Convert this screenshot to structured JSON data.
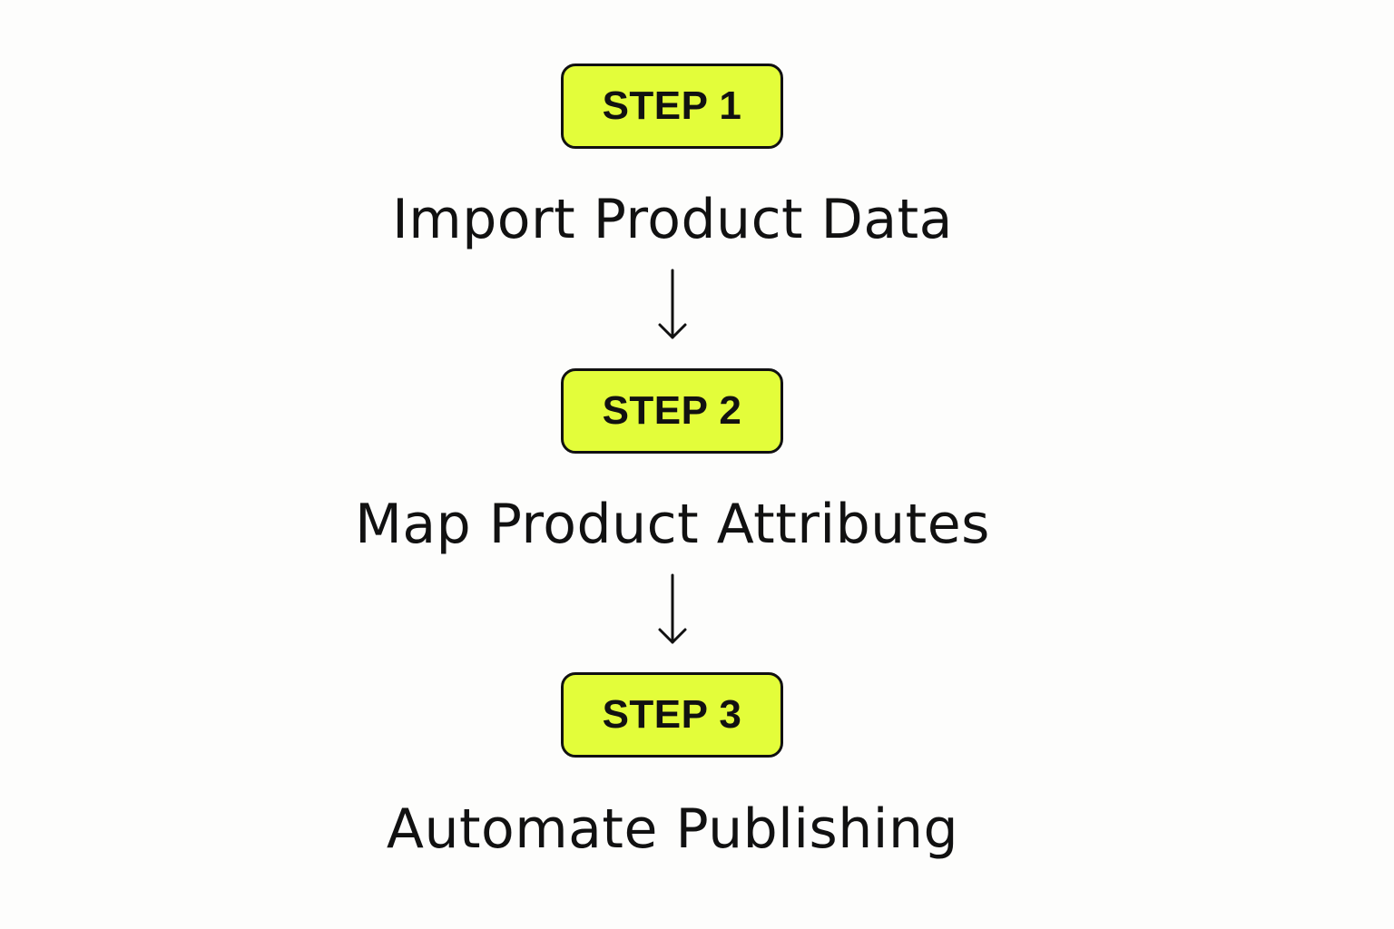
{
  "colors": {
    "badge_fill": "#e3fd3a",
    "badge_border": "#111111",
    "text": "#111111",
    "background": "#fdfdfc"
  },
  "steps": [
    {
      "badge": "STEP 1",
      "title": "Import Product Data"
    },
    {
      "badge": "STEP 2",
      "title": "Map Product Attributes"
    },
    {
      "badge": "STEP 3",
      "title": "Automate Publishing"
    }
  ],
  "connectors": [
    {
      "icon": "down-arrow-icon",
      "from": "STEP 1",
      "to": "STEP 2"
    },
    {
      "icon": "down-arrow-icon",
      "from": "STEP 2",
      "to": "STEP 3"
    }
  ]
}
